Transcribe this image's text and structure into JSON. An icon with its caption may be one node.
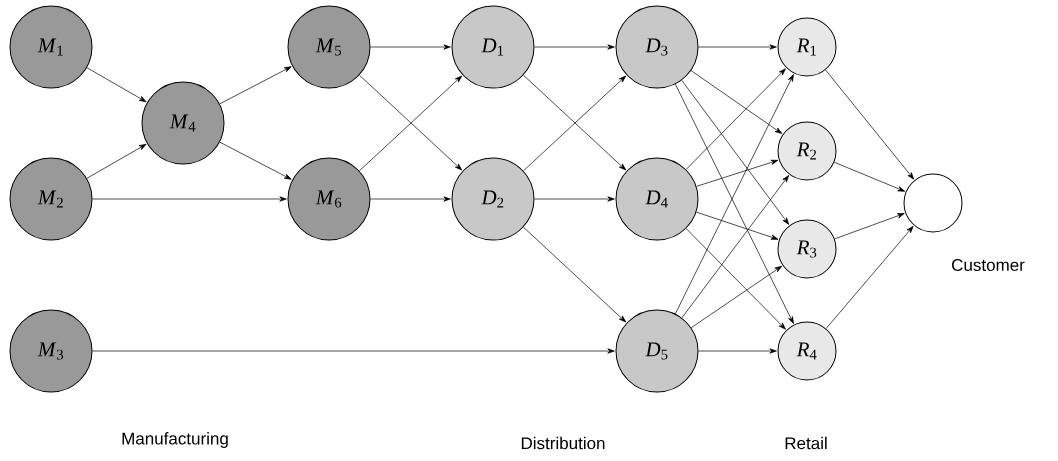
{
  "diagram": {
    "nodes": [
      {
        "text": [
          "*M*$_{1}$"
        ]
      },
      {
        "text": [
          "*M*$_{2}$"
        ]
      },
      {
        "text": [
          "*M*$_{3}$"
        ]
      },
      {
        "text": [
          "*M*$_{4}$"
        ]
      },
      {
        "text": [
          "*M*$_{5}$"
        ]
      },
      {
        "text": [
          "*M*$_{6}$"
        ]
      },
      {
        "text": [
          "*D*$_{1}$"
        ]
      },
      {
        "text": [
          "*D*$_{2}$"
        ]
      },
      {
        "text": [
          "*D*$_{3}$"
        ]
      },
      {
        "text": [
          "*D*$_{4}$"
        ]
      },
      {
        "text": [
          "*D*$_{5}$"
        ]
      },
      {
        "text": [
          "*R*$_{1}$"
        ]
      },
      {
        "text": [
          "*R*$_{2}$"
        ]
      },
      {
        "text": [
          "*R*$_{3}$"
        ]
      },
      {
        "text": [
          "*R*$_{4}$"
        ]
      },
      {
        "text": [],
        "shape": "circle",
        "beside": [
          "Customer"
        ]
      }
    ],
    "edges": [
      {
        "from": 0,
        "to": 3,
        "arrow": "to"
      },
      {
        "from": 1,
        "to": 3,
        "arrow": "to"
      },
      {
        "from": 3,
        "to": 4,
        "arrow": "to"
      },
      {
        "from": 3,
        "to": 5,
        "arrow": "to"
      },
      {
        "from": 1,
        "to": 5,
        "arrow": "to"
      },
      {
        "from": 4,
        "to": 6,
        "arrow": "to"
      },
      {
        "from": 4,
        "to": 7,
        "arrow": "to"
      },
      {
        "from": 5,
        "to": 6,
        "arrow": "to"
      },
      {
        "from": 5,
        "to": 7,
        "arrow": "to"
      },
      {
        "from": 2,
        "to": 10,
        "arrow": "to"
      },
      {
        "from": 6,
        "to": 8,
        "arrow": "to"
      },
      {
        "from": 6,
        "to": 9,
        "arrow": "to"
      },
      {
        "from": 7,
        "to": 8,
        "arrow": "to"
      },
      {
        "from": 7,
        "to": 9,
        "arrow": "to"
      },
      {
        "from": 7,
        "to": 10,
        "arrow": "to"
      },
      {
        "from": 8,
        "to": 11,
        "arrow": "to"
      },
      {
        "from": 8,
        "to": 12,
        "arrow": "to"
      },
      {
        "from": 8,
        "to": 13,
        "arrow": "to"
      },
      {
        "from": 8,
        "to": 14,
        "arrow": "to"
      },
      {
        "from": 9,
        "to": 11,
        "arrow": "to"
      },
      {
        "from": 9,
        "to": 12,
        "arrow": "to"
      },
      {
        "from": 9,
        "to": 13,
        "arrow": "to"
      },
      {
        "from": 9,
        "to": 14,
        "arrow": "to"
      },
      {
        "from": 10,
        "to": 11,
        "arrow": "to"
      },
      {
        "from": 10,
        "to": 12,
        "arrow": "to"
      },
      {
        "from": 10,
        "to": 13,
        "arrow": "to"
      },
      {
        "from": 10,
        "to": 14,
        "arrow": "to"
      },
      {
        "from": 11,
        "to": 15,
        "arrow": "to"
      },
      {
        "from": 12,
        "to": 15,
        "arrow": "to"
      },
      {
        "from": 13,
        "to": 15,
        "arrow": "to"
      },
      {
        "from": 14,
        "to": 15,
        "arrow": "to"
      }
    ],
    "labels": [
      "Manufacturing",
      "Distribution",
      "Retail"
    ]
  }
}
